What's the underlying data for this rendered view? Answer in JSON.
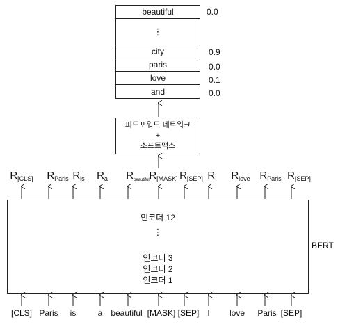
{
  "vocab_table": {
    "rows": [
      {
        "word": "beautiful",
        "prob": "0.0"
      },
      {
        "word": "⋮",
        "prob": ""
      },
      {
        "word": "city",
        "prob": "0.9"
      },
      {
        "word": "paris",
        "prob": "0.0"
      },
      {
        "word": "love",
        "prob": "0.1"
      },
      {
        "word": "and",
        "prob": "0.0"
      }
    ]
  },
  "ff_box": {
    "line1": "피드포워드 네트워크",
    "line2": "+",
    "line3": "소프트맥스"
  },
  "bert": {
    "label": "BERT",
    "enc12": "인코더 12",
    "dots": "⋮",
    "enc3": "인코더 3",
    "enc2": "인코더 2",
    "enc1": "인코더 1"
  },
  "representations": [
    {
      "main": "R",
      "sub": "[CLS]"
    },
    {
      "main": "R",
      "sub": "Paris"
    },
    {
      "main": "R",
      "sub": "is"
    },
    {
      "main": "R",
      "sub": "a"
    },
    {
      "main": "R",
      "sub": "beautiful"
    },
    {
      "main": "R",
      "sub": "[MASK]"
    },
    {
      "main": "R",
      "sub": "[SEP]"
    },
    {
      "main": "R",
      "sub": "I"
    },
    {
      "main": "R",
      "sub": "love"
    },
    {
      "main": "R",
      "sub": "Paris"
    },
    {
      "main": "R",
      "sub": "[SEP]"
    }
  ],
  "tokens": [
    "[CLS]",
    "Paris",
    "is",
    "a",
    "beautiful",
    "[MASK]",
    "[SEP]",
    "I",
    "love",
    "Paris",
    "[SEP]"
  ],
  "colors": {
    "line": "#222222",
    "text": "#111111"
  }
}
